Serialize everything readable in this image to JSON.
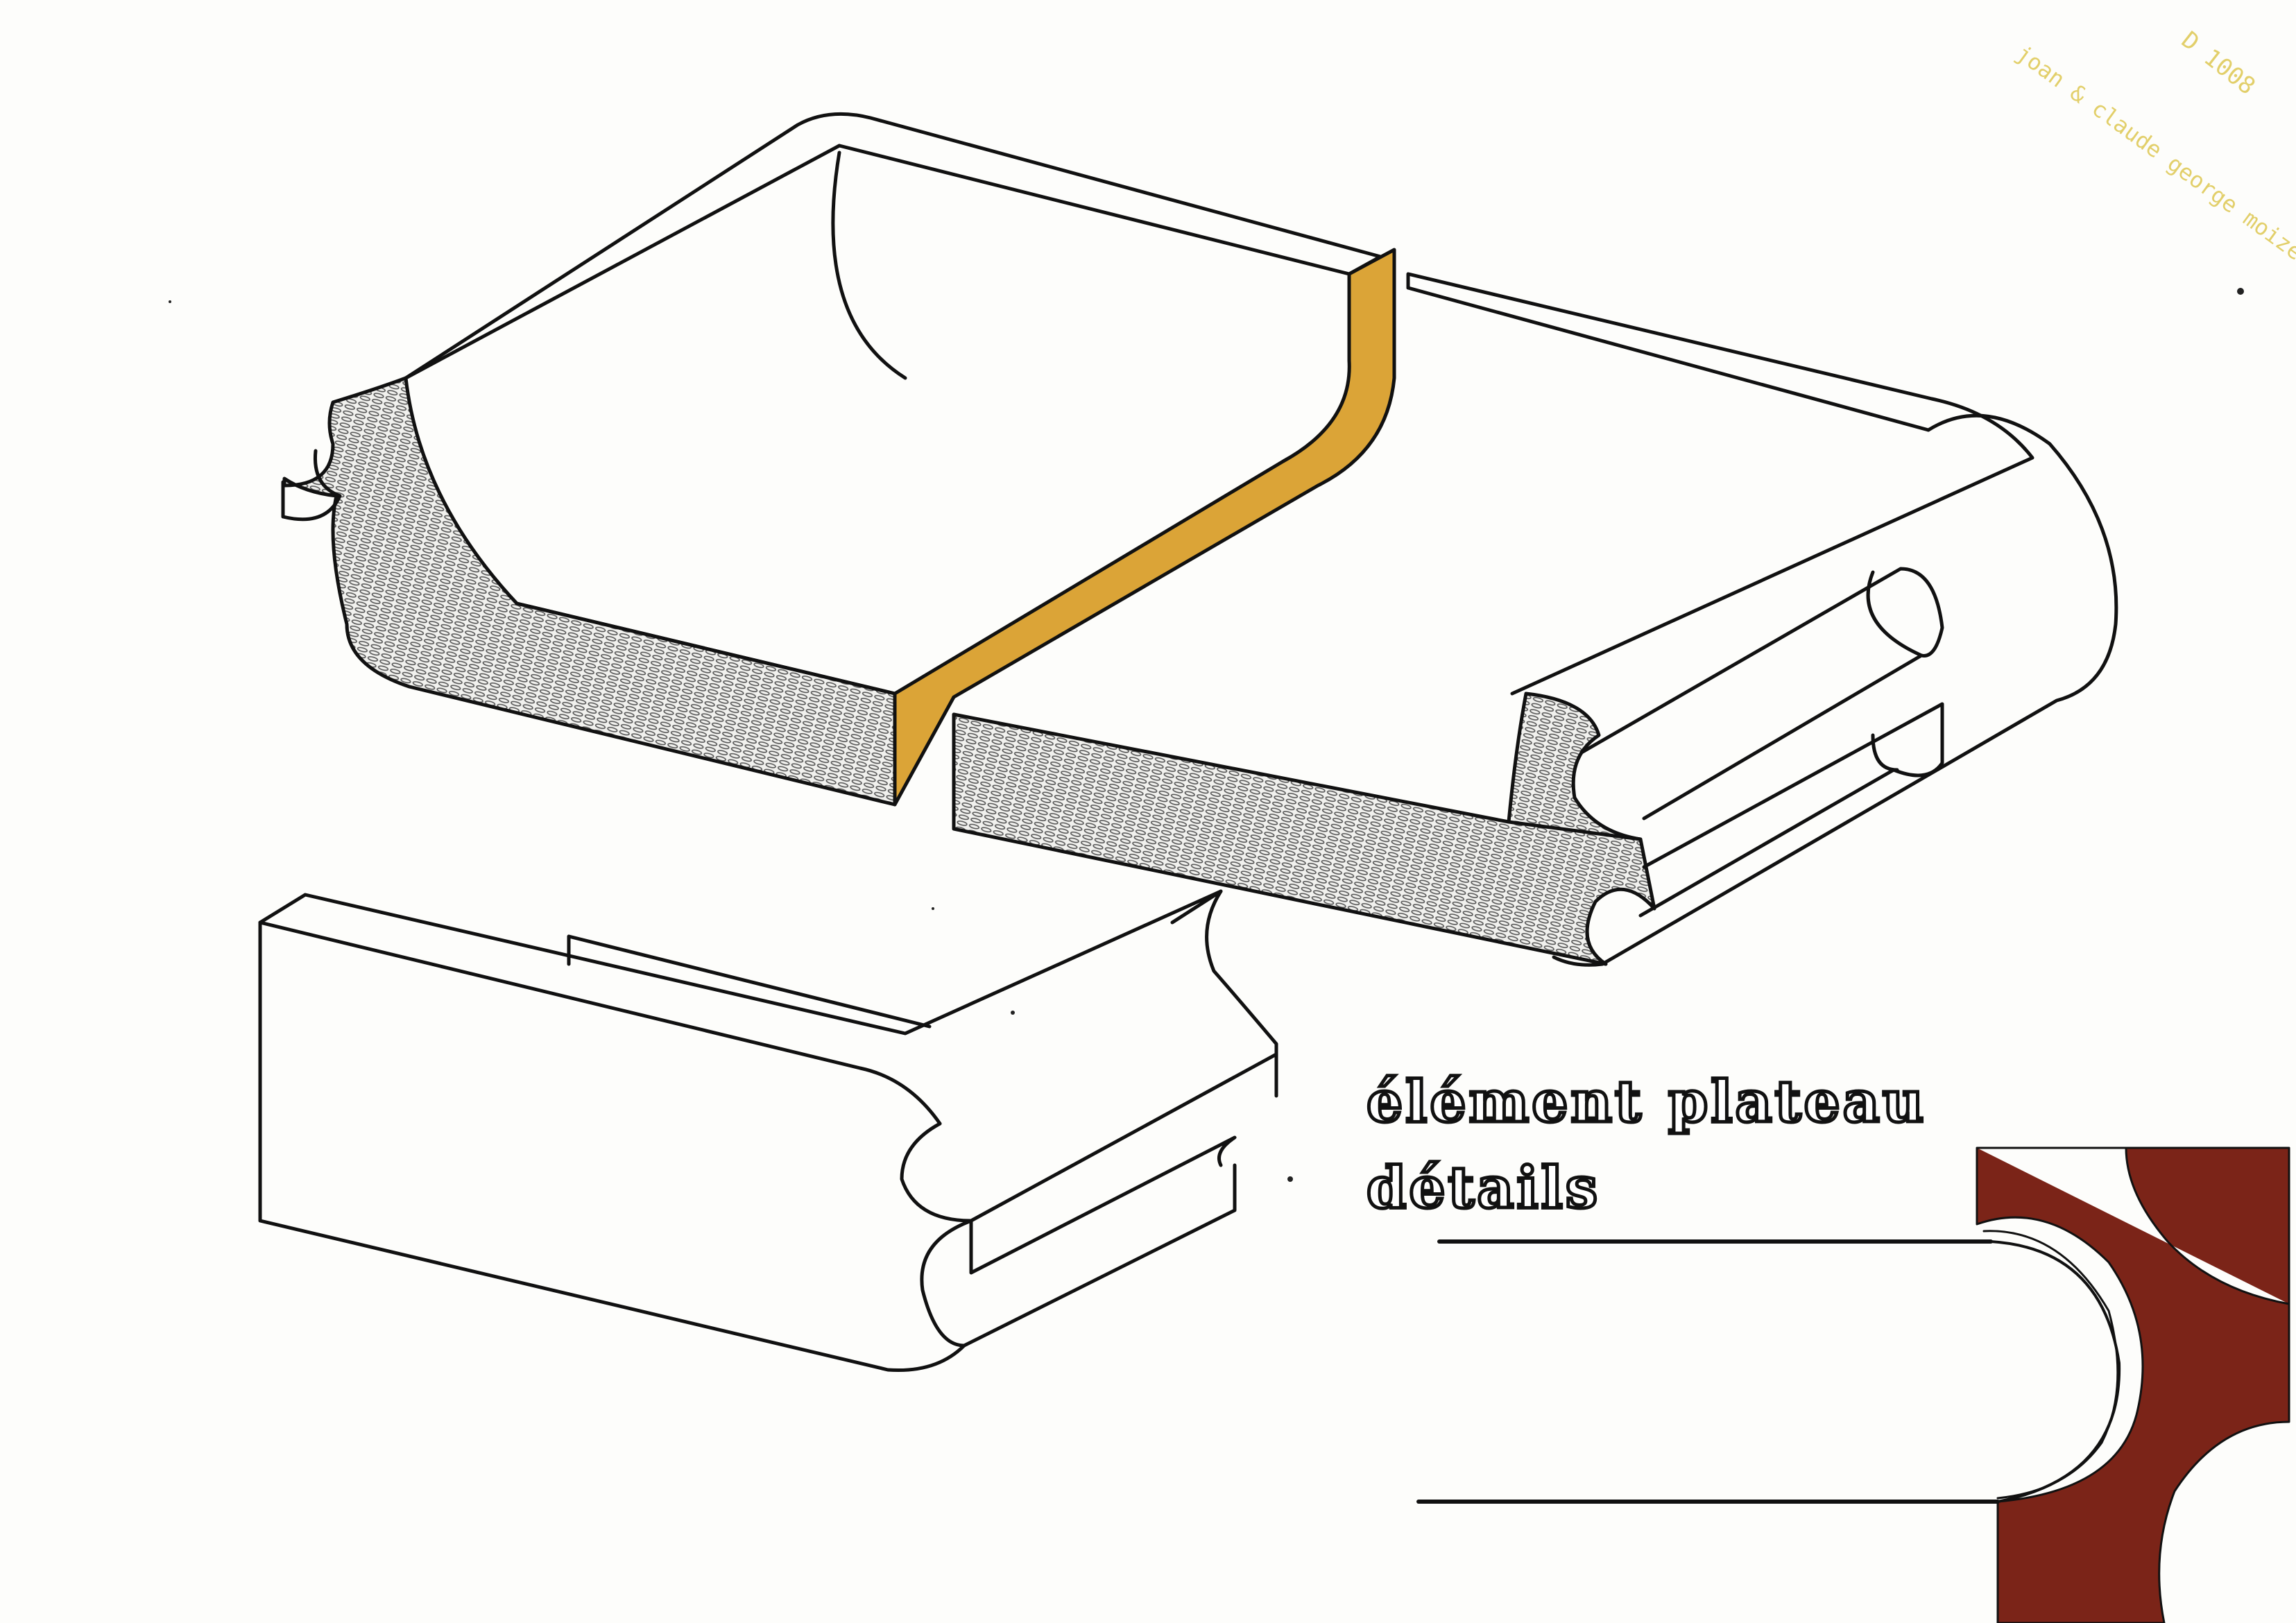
{
  "title": {
    "word1": "élément",
    "word2": "plateau"
  },
  "subtitle": "détails",
  "stamp": {
    "code": "D 1008",
    "author": "joan & claude george moizès"
  },
  "colors": {
    "ink": "#111111",
    "paper": "#fdfdfb",
    "ochre_section": "#dba437",
    "brown_section": "#7b2418",
    "hatch": "#6a6a6a",
    "stamp_yellow": "#e2cf6a"
  }
}
